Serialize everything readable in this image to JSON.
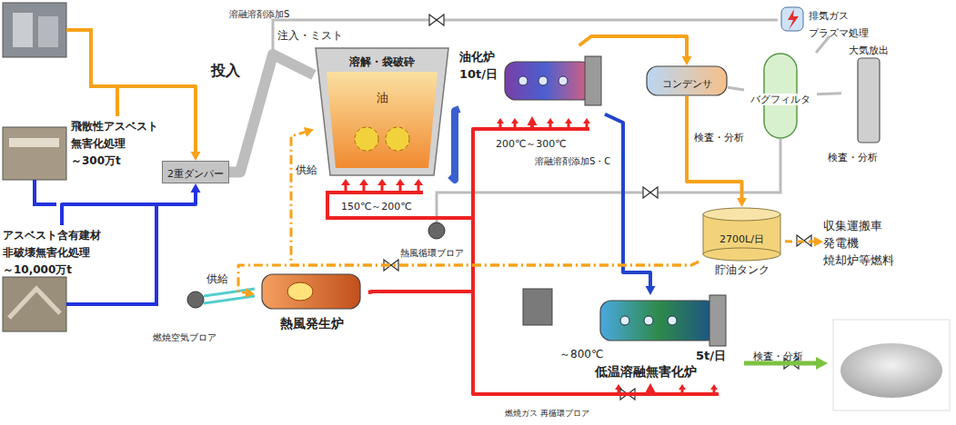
{
  "diagram": {
    "nodes": [
      {
        "text": [
          "飛散性アスベスト 無害化処理",
          "～300万t"
        ]
      },
      {
        "text": [
          "アスベスト含有建材 非破壊無害化処理",
          "～10,000万t"
        ]
      },
      {
        "text": [
          "2重ダンパー"
        ]
      },
      {
        "text": [
          "溶解・袋破砕",
          "油"
        ]
      },
      {
        "text": [
          "油化炉 10t/日"
        ]
      },
      {
        "text": [
          "コンデンサ"
        ]
      },
      {
        "text": [
          "バグフィルタ"
        ]
      },
      {
        "text": [
          "大気放出"
        ]
      },
      {
        "text": [
          "排気ガス プラズマ処理"
        ]
      },
      {
        "text": [
          "2700L/日",
          "貯油タンク"
        ]
      },
      {
        "text": [
          "収集運搬車 発電機 焼却炉等燃料"
        ]
      },
      {
        "text": [
          "熱風発生炉"
        ]
      },
      {
        "text": [
          "～800℃",
          "5t/日",
          "低温溶融無害化炉"
        ]
      }
    ],
    "edges": [
      {
        "from": 0,
        "to": 2,
        "arrow": "to"
      },
      {
        "from": 1,
        "to": 2,
        "arrow": "to"
      },
      {
        "from": 2,
        "to": 3,
        "arrow": "none"
      },
      {
        "from": 3,
        "to": 4,
        "arrow": "none"
      },
      {
        "from": 4,
        "to": 5,
        "arrow": "to"
      },
      {
        "from": 5,
        "to": 6,
        "arrow": "none"
      },
      {
        "from": 6,
        "to": 7,
        "arrow": "none"
      },
      {
        "from": 8,
        "to": 6,
        "arrow": "none"
      },
      {
        "from": 5,
        "to": 9,
        "label": "検査・分析",
        "arrow": "to"
      },
      {
        "from": 9,
        "to": 10,
        "arrow": "to"
      },
      {
        "from": 9,
        "to": 3,
        "label": "供給",
        "arrow": "to"
      },
      {
        "from": 9,
        "to": 11,
        "label": "供給",
        "arrow": "to"
      },
      {
        "from": 11,
        "to": 4,
        "arrow": "to"
      },
      {
        "from": 11,
        "to": 12,
        "arrow": "to"
      },
      {
        "from": 4,
        "to": 12,
        "arrow": "to"
      }
    ],
    "labels": [
      "溶融溶剤添加S",
      "注入・ミスト",
      "投入",
      "150℃～200℃",
      "200℃～300℃",
      "溶融溶剤添加S・C",
      "熱風循環ブロア",
      "燃焼空気ブロア",
      "燃焼ガス 再循環ブロア",
      "検査・分析",
      "検査・分析"
    ]
  }
}
